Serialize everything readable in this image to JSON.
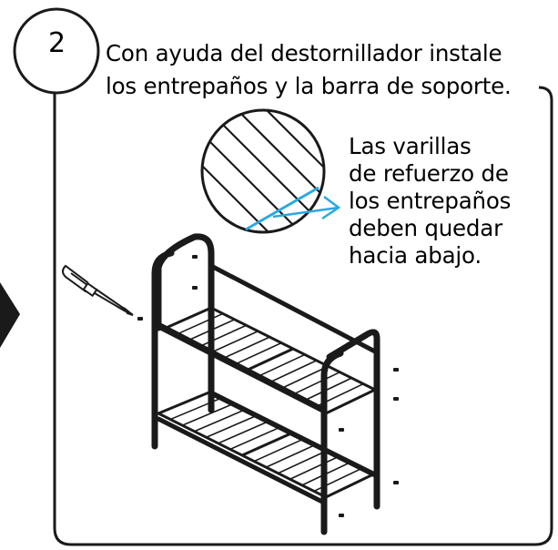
{
  "step": {
    "number": "2",
    "instruction_lines": [
      "Con ayuda del destornillador instale",
      "los entrepaños y la barra de soporte."
    ]
  },
  "callout": {
    "lines": [
      "Las varillas",
      "de refuerzo de",
      "los entrepaños",
      "deben quedar",
      "hacia abajo."
    ]
  },
  "colors": {
    "outline": "#1a1a1a",
    "arrow": "#29a9e1",
    "side_arrow": "#1a1a1a"
  },
  "icons": [
    "screwdriver-icon",
    "screw-icon",
    "zoom-detail-icon",
    "arrow-icon"
  ]
}
